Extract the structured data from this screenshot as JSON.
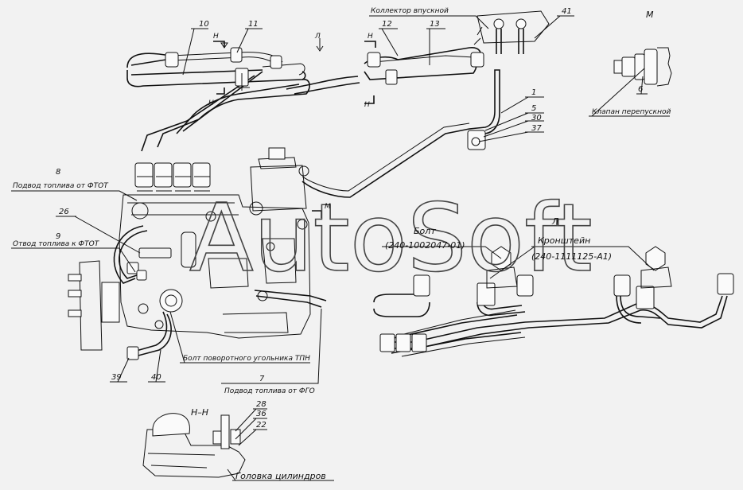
{
  "labels": {
    "collector": "Коллектор впускной",
    "fuel_in_ftot": "Подвод топлива от ФТОТ",
    "fuel_out_ftot": "Отвод топлива к ФТОТ",
    "bolt_tpn": "Болт поворотного угольника ТПН",
    "fuel_in_fgo": "Подвод топлива от ФГО",
    "valve": "Клапан перепускной",
    "bolt": "Болт",
    "bolt_code": "(240-1002047-01)",
    "bracket": "Кронштейн",
    "bracket_code": "(240-1111125-А1)",
    "head": "Головка цилиндров",
    "section_nn": "Н–Н",
    "view_m": "М",
    "view_l": "Л",
    "mark_n": "Н",
    "mark_l": "Л",
    "mark_m": "М"
  },
  "numbers": {
    "n10": "10",
    "n11": "11",
    "n12": "12",
    "n13": "13",
    "n41": "41",
    "n1": "1",
    "n5": "5",
    "n30": "30",
    "n37": "37",
    "n8": "8",
    "n26": "26",
    "n9": "9",
    "n6": "6",
    "n39": "39",
    "n40": "40",
    "n7": "7",
    "n28": "28",
    "n36": "36",
    "n22": "22"
  },
  "watermark": "AutoSoft"
}
